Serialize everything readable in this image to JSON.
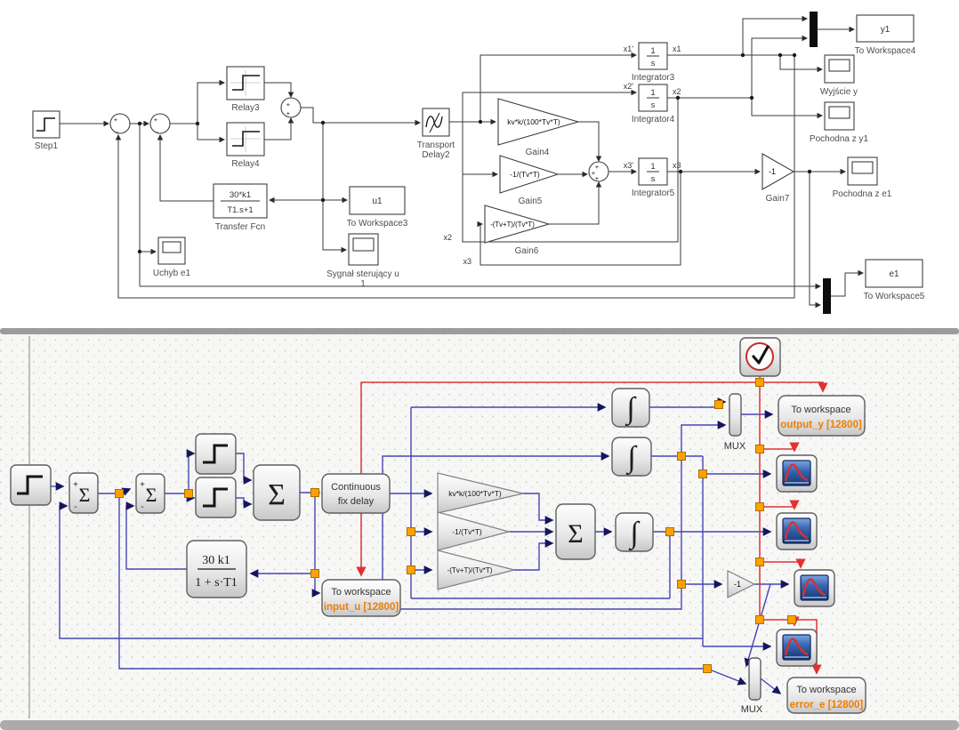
{
  "colors": {
    "top_wire": "#3a3a3a",
    "bottom_wire_blue": "#4646b4",
    "bottom_wire_red": "#e03232",
    "link_node_orange": "#ffa200",
    "workspace_var_orange": "#f07d00"
  },
  "top": {
    "step1": "Step1",
    "plus": "+",
    "minus": "-",
    "relay3": "Relay3",
    "relay4": "Relay4",
    "tf_num": "30*k1",
    "tf_den": "T1.s+1",
    "tf_label": "Transfer Fcn",
    "uchyb": "Uchyb e1",
    "u1": "u1",
    "tws3": "To Workspace3",
    "sygnal": "Sygnał sterujący u",
    "sygnal_port": "1",
    "td_line1": "Transport",
    "td_line2": "Delay2",
    "gain4_expr": "kv*k/(100*Tv*T)",
    "gain4": "Gain4",
    "gain5_expr": "-1/(Tv*T)",
    "gain5": "Gain5",
    "gain6_expr": "-(Tv+T)/(Tv*T)",
    "gain6": "Gain6",
    "int_num": "1",
    "int_den": "s",
    "integrator3": "Integrator3",
    "integrator4": "Integrator4",
    "integrator5": "Integrator5",
    "gain7_expr": "-1",
    "gain7": "Gain7",
    "x1p": "x1'",
    "x1": "x1",
    "x2p": "x2'",
    "x2": "x2",
    "x3p": "x3'",
    "x3": "x3",
    "x2_fb": "x2",
    "x3_fb": "x3",
    "y1": "y1",
    "tws4": "To Workspace4",
    "wyjscie": "Wyjście y",
    "poch_y": "Pochodna z y1",
    "poch_e": "Pochodna z e1",
    "e1": "e1",
    "tws5": "To Workspace5"
  },
  "bottom": {
    "sigma": "Σ",
    "plus": "+",
    "minus": "-",
    "integral": "∫",
    "tf_num": "30 k1",
    "tf_den": "1 + s·T1",
    "delay_line1": "Continuous",
    "delay_line2": "fix delay",
    "to_workspace": "To workspace",
    "input_u": "input_u [12800]",
    "output_y": "output_y [12800]",
    "error_e": "error_e [12800]",
    "gain1_expr": "kv*k/(100*Tv*T)",
    "gain2_expr": "-1/(Tv*T)",
    "gain3_expr": "-(Tv+T)/(Tv*T)",
    "neg1": "-1",
    "mux": "MUX"
  }
}
